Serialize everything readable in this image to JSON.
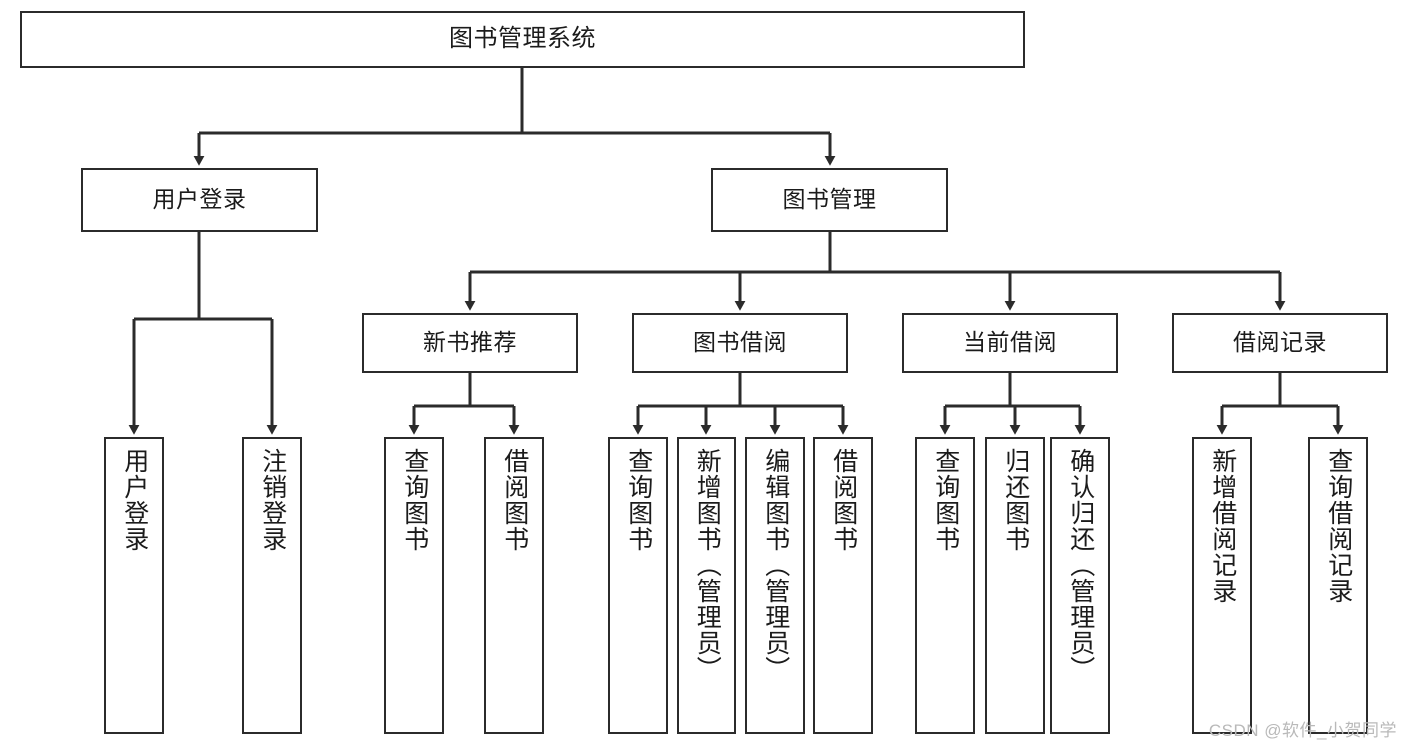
{
  "diagram": {
    "title": "图书管理系统",
    "type": "hierarchy-tree",
    "levels": 4,
    "line_color": "#2b2b2b",
    "box_fill": "#ffffff",
    "text_color": "#1b1b1b"
  },
  "root": {
    "label": "图书管理系统"
  },
  "level2": [
    {
      "label": "用户登录"
    },
    {
      "label": "图书管理"
    }
  ],
  "level3": [
    {
      "label": "新书推荐"
    },
    {
      "label": "图书借阅"
    },
    {
      "label": "当前借阅"
    },
    {
      "label": "借阅记录"
    }
  ],
  "leaves": {
    "user_login": [
      {
        "label": "用户登录"
      },
      {
        "label": "注销登录"
      }
    ],
    "new_book": [
      {
        "label": "查询图书"
      },
      {
        "label": "借阅图书"
      }
    ],
    "book_borrow": [
      {
        "label": "查询图书"
      },
      {
        "label": "新增图书（管理员）"
      },
      {
        "label": "编辑图书（管理员）"
      },
      {
        "label": "借阅图书"
      }
    ],
    "current_borrow": [
      {
        "label": "查询图书"
      },
      {
        "label": "归还图书"
      },
      {
        "label": "确认归还（管理员）"
      }
    ],
    "borrow_record": [
      {
        "label": "新增借阅记录"
      },
      {
        "label": "查询借阅记录"
      }
    ]
  },
  "watermark": {
    "text": "CSDN @软件_小贺同学"
  }
}
